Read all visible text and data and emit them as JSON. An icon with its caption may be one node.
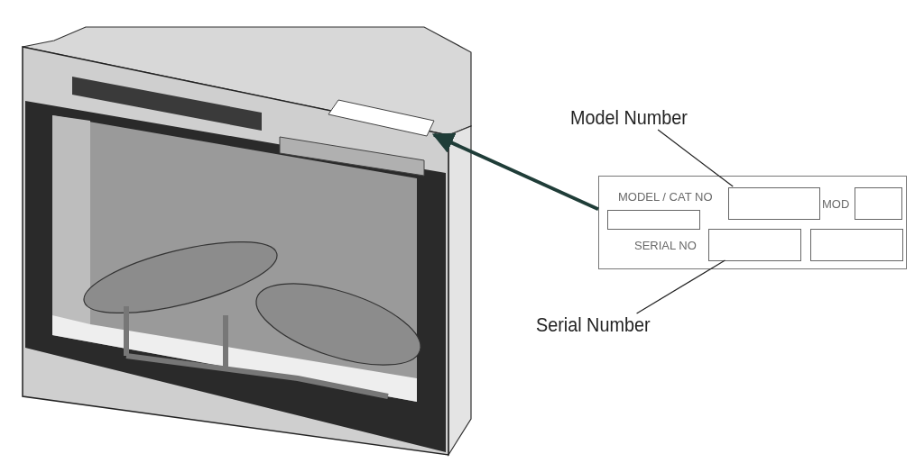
{
  "diagram": {
    "nodes": [
      {
        "text": [],
        "shape": "picture"
      },
      {
        "text": [],
        "shape": "box",
        "in": 0
      },
      {
        "text": [
          "Model Number"
        ]
      },
      {
        "text": [],
        "shape": "box"
      },
      {
        "text": [],
        "shape": "box",
        "in": 3
      },
      {
        "text": [],
        "shape": "box",
        "in": 3
      },
      {
        "text": [],
        "shape": "box",
        "in": 3
      },
      {
        "text": [],
        "shape": "box",
        "in": 3
      },
      {
        "text": [],
        "shape": "box",
        "in": 3
      },
      {
        "text": [
          "Serial Number"
        ]
      }
    ],
    "edges": [
      {
        "from": 3,
        "to": 1,
        "arrow": "to",
        "style": "thick",
        "color": "#1f3d38"
      },
      {
        "from": 2,
        "to": 4,
        "arrow": "none"
      },
      {
        "from": 9,
        "to": 7,
        "arrow": "none"
      }
    ],
    "labels": [
      "MODEL / CAT NO",
      "MOD",
      "SERIAL NO"
    ]
  }
}
